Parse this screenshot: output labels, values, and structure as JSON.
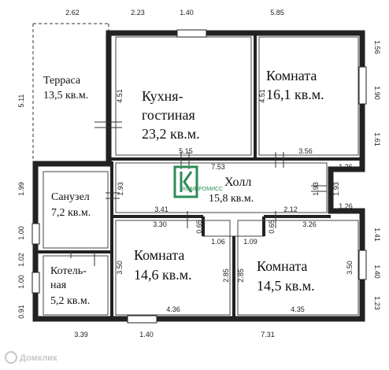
{
  "rooms": {
    "terrace": {
      "name": "Терраса",
      "area": "13,5 кв.м."
    },
    "kitchen": {
      "name1": "Кухня-",
      "name2": "гостиная",
      "area": "23,2 кв.м."
    },
    "room_ne": {
      "name": "Комната",
      "area": "16,1 кв.м."
    },
    "hall": {
      "name": "Холл",
      "area": "15,8 кв.м."
    },
    "bathroom": {
      "name": "Санузел",
      "area": "7,2 кв.м."
    },
    "room_sw": {
      "name": "Комната",
      "area": "14,6 кв.м."
    },
    "room_se": {
      "name": "Комната",
      "area": "14,5 кв.м."
    },
    "boiler": {
      "name1": "Котель-",
      "name2": "ная",
      "area": "5,2 кв.м."
    }
  },
  "dimensions": {
    "top": [
      "2.62",
      "2.23",
      "1.40",
      "5.85"
    ],
    "bottom": [
      "3.39",
      "1.40",
      "7.31"
    ],
    "right": [
      "1.56",
      "1.90",
      "1.61",
      "1.26",
      "1.26",
      "1.41",
      "1.40",
      "1.23"
    ],
    "left": [
      "5.11",
      "1.99",
      "1.00",
      "1.02",
      "1.00",
      "0.91"
    ],
    "interior": [
      "4.51",
      "4.51",
      "5.15",
      "3.56",
      "7.53",
      "1.93",
      "1.93",
      "1.93",
      "3.41",
      "3.30",
      "0.65",
      "1.06",
      "1.09",
      "0.65",
      "2.12",
      "3.26",
      "3.50",
      "2.85",
      "2.85",
      "3.50",
      "4.36",
      "4.35"
    ]
  },
  "logo": {
    "text": "КОМПРОМИСС"
  },
  "watermark": {
    "text": "Домклик"
  }
}
